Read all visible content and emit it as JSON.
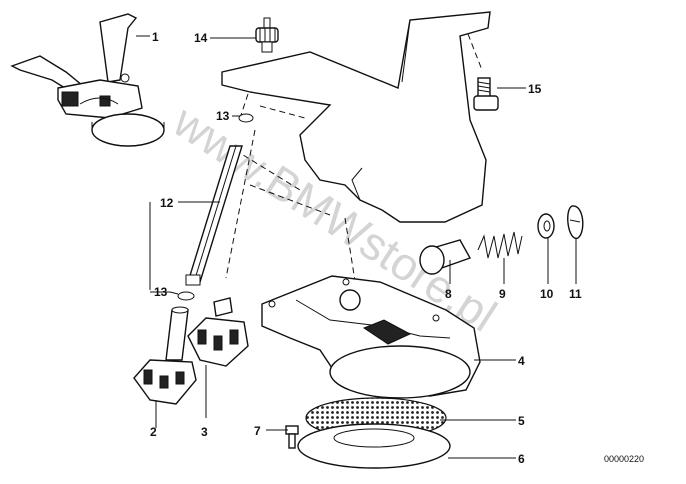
{
  "watermark": "www.BMWstore.pl",
  "reference_number": "00000220",
  "parts": [
    {
      "id": "1",
      "label": "1"
    },
    {
      "id": "2",
      "label": "2"
    },
    {
      "id": "3",
      "label": "3"
    },
    {
      "id": "4",
      "label": "4"
    },
    {
      "id": "5",
      "label": "5"
    },
    {
      "id": "6",
      "label": "6"
    },
    {
      "id": "7",
      "label": "7"
    },
    {
      "id": "8",
      "label": "8"
    },
    {
      "id": "9",
      "label": "9"
    },
    {
      "id": "10",
      "label": "10"
    },
    {
      "id": "11",
      "label": "11"
    },
    {
      "id": "12",
      "label": "12"
    },
    {
      "id": "13a",
      "label": "13"
    },
    {
      "id": "13b",
      "label": "13"
    },
    {
      "id": "14",
      "label": "14"
    },
    {
      "id": "15",
      "label": "15"
    }
  ]
}
